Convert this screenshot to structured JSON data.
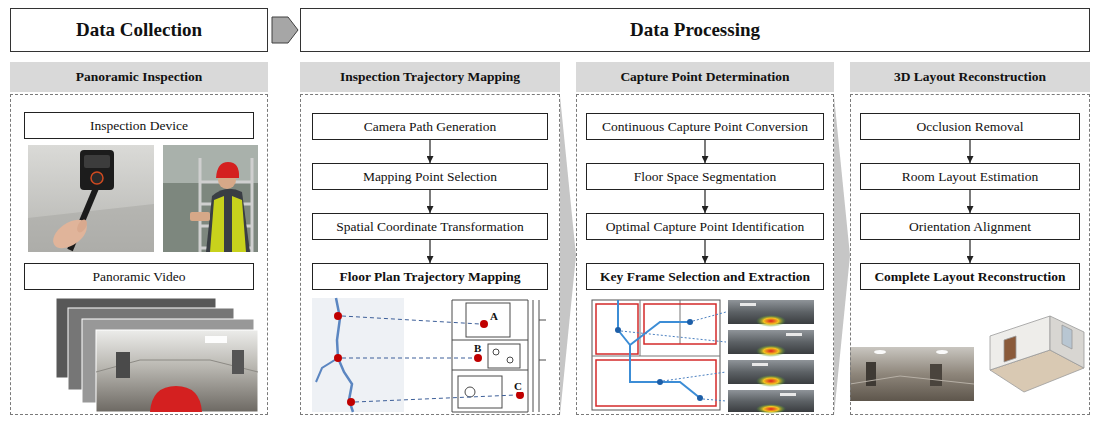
{
  "diagram": {
    "nodes": [
      {
        "text": [
          "Data Collection"
        ]
      },
      {
        "text": [
          "Data Processing"
        ]
      },
      {
        "text": [
          "Panoramic Inspection"
        ]
      },
      {
        "text": [
          "Inspection Device"
        ],
        "in": 2
      },
      {
        "text": [
          "Panoramic Video"
        ],
        "in": 2
      },
      {
        "text": [
          "Inspection Trajectory Mapping"
        ]
      },
      {
        "text": [
          "Camera Path Generation"
        ],
        "in": 5
      },
      {
        "text": [
          "Mapping Point Selection"
        ],
        "in": 5
      },
      {
        "text": [
          "Spatial Coordinate Transformation"
        ],
        "in": 5
      },
      {
        "text": [
          "Floor Plan Trajectory Mapping"
        ],
        "in": 5
      },
      {
        "text": [
          "Capture Point Determination"
        ]
      },
      {
        "text": [
          "Continuous Capture Point Conversion"
        ],
        "in": 10
      },
      {
        "text": [
          "Floor Space Segmentation"
        ],
        "in": 10
      },
      {
        "text": [
          "Optimal Capture Point Identification"
        ],
        "in": 10
      },
      {
        "text": [
          "Key Frame Selection and Extraction"
        ],
        "in": 10
      },
      {
        "text": [
          "3D Layout Reconstruction"
        ]
      },
      {
        "text": [
          "Occlusion Removal"
        ],
        "in": 15
      },
      {
        "text": [
          "Room Layout Estimation"
        ],
        "in": 15
      },
      {
        "text": [
          "Orientation Alignment"
        ],
        "in": 15
      },
      {
        "text": [
          "Complete Layout Reconstruction"
        ],
        "in": 15
      }
    ],
    "edges": [
      {
        "from": 0,
        "to": 1,
        "arrow": "to"
      },
      {
        "from": 6,
        "to": 7,
        "arrow": "to"
      },
      {
        "from": 7,
        "to": 8,
        "arrow": "to"
      },
      {
        "from": 8,
        "to": 9,
        "arrow": "to"
      },
      {
        "from": 11,
        "to": 12,
        "arrow": "to"
      },
      {
        "from": 12,
        "to": 13,
        "arrow": "to"
      },
      {
        "from": 13,
        "to": 14,
        "arrow": "to"
      },
      {
        "from": 16,
        "to": 17,
        "arrow": "to"
      },
      {
        "from": 17,
        "to": 18,
        "arrow": "to"
      },
      {
        "from": 18,
        "to": 19,
        "arrow": "to"
      },
      {
        "from": 5,
        "to": 10,
        "arrow": "to"
      },
      {
        "from": 10,
        "to": 15,
        "arrow": "to"
      }
    ],
    "labels": [
      "A",
      "B",
      "C"
    ]
  }
}
